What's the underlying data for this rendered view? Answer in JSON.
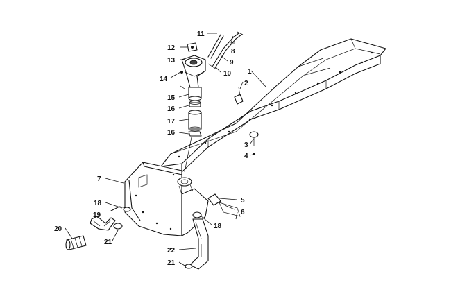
{
  "callouts": [
    {
      "id": "c1",
      "label": "1"
    },
    {
      "id": "c2",
      "label": "2"
    },
    {
      "id": "c3",
      "label": "3"
    },
    {
      "id": "c4",
      "label": "4"
    },
    {
      "id": "c5",
      "label": "5"
    },
    {
      "id": "c6",
      "label": "6"
    },
    {
      "id": "c7",
      "label": "7"
    },
    {
      "id": "c8",
      "label": "8"
    },
    {
      "id": "c9",
      "label": "9"
    },
    {
      "id": "c10",
      "label": "10"
    },
    {
      "id": "c11",
      "label": "11"
    },
    {
      "id": "c12",
      "label": "12"
    },
    {
      "id": "c13",
      "label": "13"
    },
    {
      "id": "c14",
      "label": "14"
    },
    {
      "id": "c15",
      "label": "15"
    },
    {
      "id": "c16a",
      "label": "16"
    },
    {
      "id": "c16b",
      "label": "16"
    },
    {
      "id": "c17",
      "label": "17"
    },
    {
      "id": "c18a",
      "label": "18"
    },
    {
      "id": "c18b",
      "label": "18"
    },
    {
      "id": "c19",
      "label": "19"
    },
    {
      "id": "c20",
      "label": "20"
    },
    {
      "id": "c21a",
      "label": "21"
    },
    {
      "id": "c21b",
      "label": "21"
    },
    {
      "id": "c22",
      "label": "22"
    }
  ]
}
